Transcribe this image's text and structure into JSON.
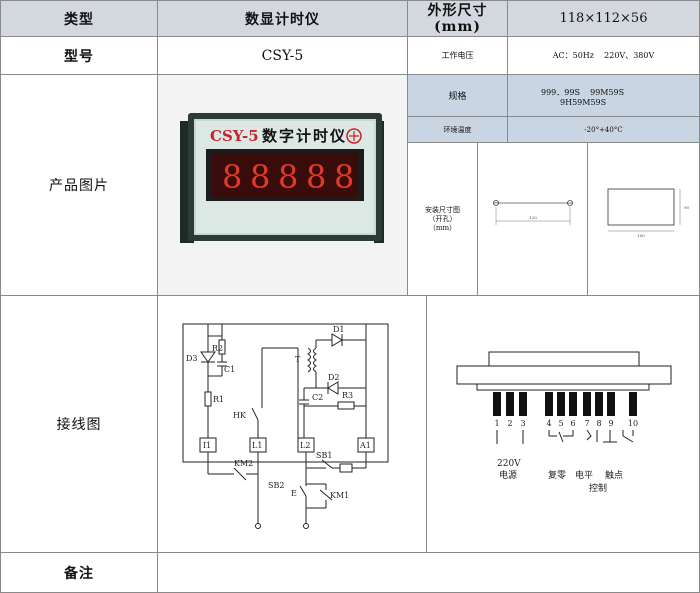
{
  "header": {
    "type_label": "类型",
    "type_value": "数显计时仪",
    "size_label_line1": "外形尺寸",
    "size_label_line2": "(mm)",
    "size_value": "118×112×56"
  },
  "model_row": {
    "label": "型号",
    "value": "CSY-5",
    "voltage_label": "工作电压",
    "voltage_value": "AC：50Hz    220V、380V"
  },
  "product_row": {
    "label": "产品图片",
    "photo": {
      "brand": "CSY-5",
      "title": "数字计时仪",
      "digits": [
        "8",
        "8",
        "8",
        "8",
        "8"
      ]
    },
    "spec_label": "规格",
    "spec_line1": "999．99S    99M59S",
    "spec_line2": "9H59M59S",
    "temp_label": "环境温度",
    "temp_value": "-20°+40°C",
    "install_line1": "安装尺寸图",
    "install_line2": "（开孔）",
    "install_line3": "（mm）",
    "dim_a": "120",
    "dim_b": "100",
    "dim_c": "90"
  },
  "wiring_row": {
    "label": "接线图",
    "circuit": {
      "labels": {
        "r2": "R2",
        "c1": "C1",
        "d3": "D3",
        "r1": "R1",
        "hk": "HK",
        "t": "T",
        "d1": "D1",
        "d2": "D2",
        "c2": "C2",
        "r3": "R3",
        "km2": "KM2",
        "sb1": "SB1",
        "sb2": "SB2",
        "e": "E",
        "km1": "KM1"
      },
      "terminals": [
        "I1",
        "L1",
        "L2",
        "A1"
      ]
    },
    "pins": {
      "numbers": [
        "1",
        "2",
        "3",
        "4",
        "5",
        "6",
        "7",
        "8",
        "9",
        "10"
      ],
      "power_line1": "220V",
      "power_line2": "电源",
      "reset": "复零",
      "level": "电平",
      "contact": "触点",
      "control": "控制"
    }
  },
  "notes_row": {
    "label": "备注"
  },
  "colors": {
    "header_gray": "#d3d7de",
    "spec_blue": "#c9d5e2",
    "display_red": "#e23a2a",
    "display_bg": "#3a0b0b",
    "panel_frame": "#2c3b33"
  }
}
